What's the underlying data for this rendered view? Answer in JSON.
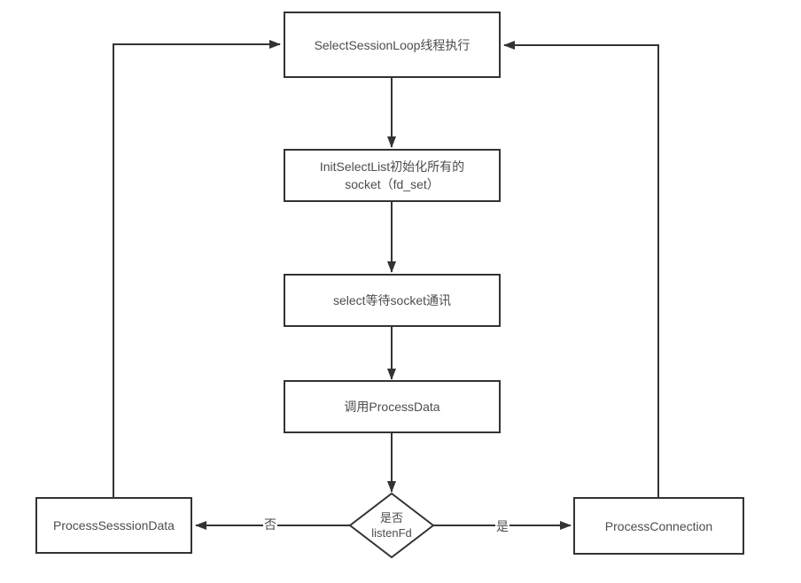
{
  "colors": {
    "line": "#333333",
    "node_border": "#333333",
    "node_text": "#4d4d4d",
    "background": "#ffffff"
  },
  "diagram": {
    "nodes": {
      "start": {
        "label": "SelectSessionLoop线程执行"
      },
      "init": {
        "line1": "InitSelectList初始化所有的",
        "line2": "socket（fd_set）"
      },
      "select_wait": {
        "label": "select等待socket通讯"
      },
      "call_process_data": {
        "label": "调用ProcessData"
      },
      "decision": {
        "line1": "是否",
        "line2": "listenFd"
      },
      "process_session_data": {
        "label": "ProcessSesssionData"
      },
      "process_connection": {
        "label": "ProcessConnection"
      }
    },
    "edge_labels": {
      "no": "否",
      "yes": "是"
    }
  }
}
